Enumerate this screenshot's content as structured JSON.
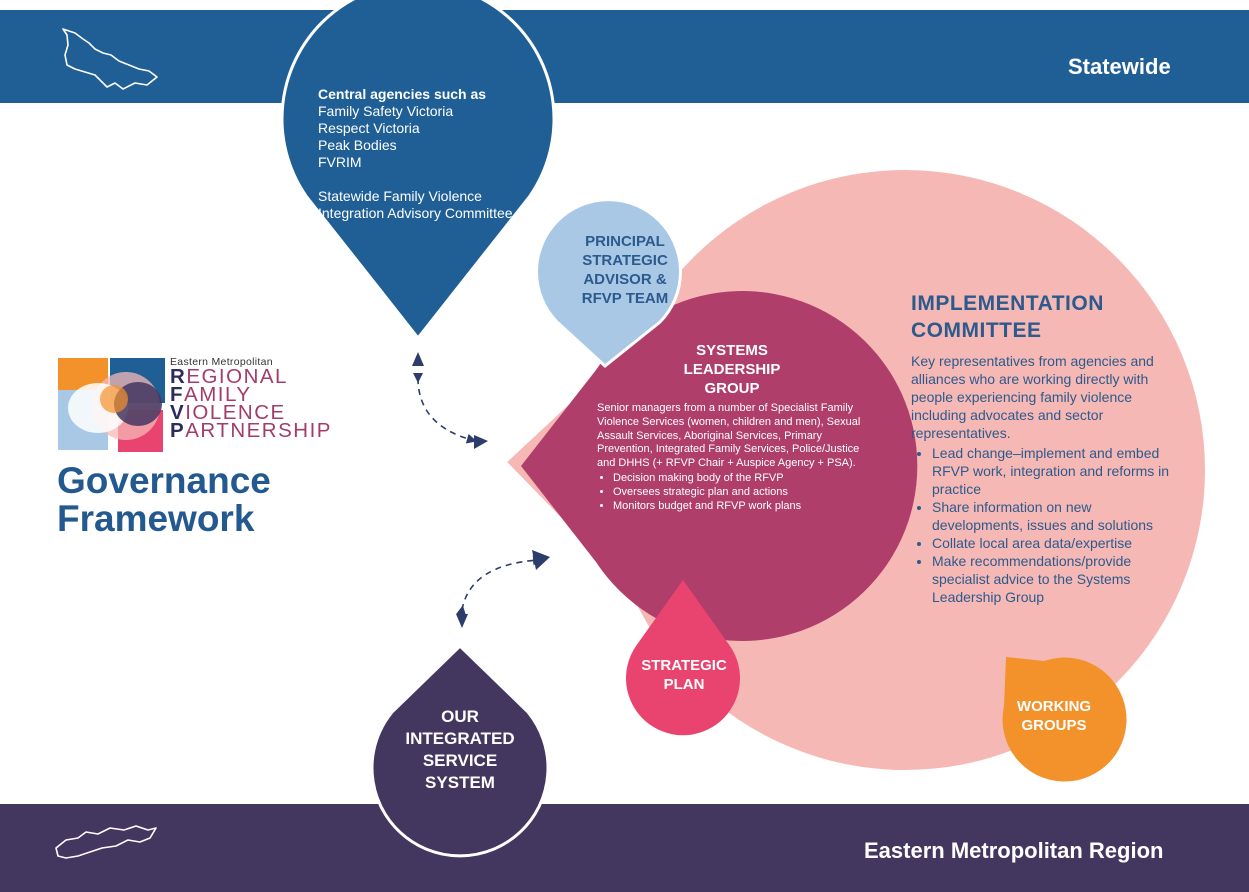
{
  "header": {
    "label": "Statewide"
  },
  "footer": {
    "label": "Eastern Metropolitan Region"
  },
  "logo": {
    "subtitle": "Eastern Metropolitan",
    "lines": [
      {
        "initial": "R",
        "rest": "EGIONAL"
      },
      {
        "initial": "F",
        "rest": "AMILY"
      },
      {
        "initial": "V",
        "rest": "IOLENCE"
      },
      {
        "initial": "P",
        "rest": "ARTNERSHIP"
      }
    ]
  },
  "title": {
    "line1": "Governance",
    "line2": "Framework"
  },
  "central": {
    "heading": "Central agencies such as",
    "items": [
      "Family Safety Victoria",
      "Respect Victoria",
      "Peak Bodies",
      "FVRIM"
    ],
    "committee": [
      "Statewide Family Violence",
      "Integration Advisory Committee"
    ]
  },
  "principal": {
    "lines": [
      "PRINCIPAL",
      "STRATEGIC",
      "ADVISOR &",
      "RFVP TEAM"
    ]
  },
  "systems": {
    "title": [
      "SYSTEMS",
      "LEADERSHIP",
      "GROUP"
    ],
    "description": "Senior managers from a number of Specialist Family Violence Services (women, children and men), Sexual Assault Services, Aboriginal Services, Primary Prevention, Integrated Family Services, Police/Justice and DHHS (+ RFVP Chair + Auspice Agency + PSA).",
    "bullets": [
      "Decision making body of the RFVP",
      "Oversees strategic plan and actions",
      "Monitors budget and RFVP work plans"
    ]
  },
  "implementation": {
    "title": [
      "IMPLEMENTATION",
      "COMMITTEE"
    ],
    "description": "Key representatives from agencies and alliances who are working directly with people experiencing family violence including advocates and sector representatives.",
    "bullets": [
      "Lead change–implement and embed RFVP work, integration and reforms in practice",
      "Share information on new developments, issues and solutions",
      "Collate local area data/expertise",
      "Make recommendations/provide specialist advice to the Systems Leadership Group"
    ]
  },
  "strategic_plan": {
    "lines": [
      "STRATEGIC",
      "PLAN"
    ]
  },
  "working_groups": {
    "lines": [
      "WORKING",
      "GROUPS"
    ]
  },
  "integrated": {
    "lines": [
      "OUR",
      "INTEGRATED",
      "SERVICE",
      "SYSTEM"
    ]
  },
  "colors": {
    "statewide_band": "#1f5f96",
    "region_band": "#43365f",
    "central_drop": "#1f5f96",
    "principal_drop": "#a9c8e6",
    "implementation_circle": "#f6b8b5",
    "systems_circle": "#b03e6a",
    "strategic_plan_drop": "#e9446f",
    "working_groups_drop": "#f3922a",
    "integrated_drop": "#43365f"
  }
}
